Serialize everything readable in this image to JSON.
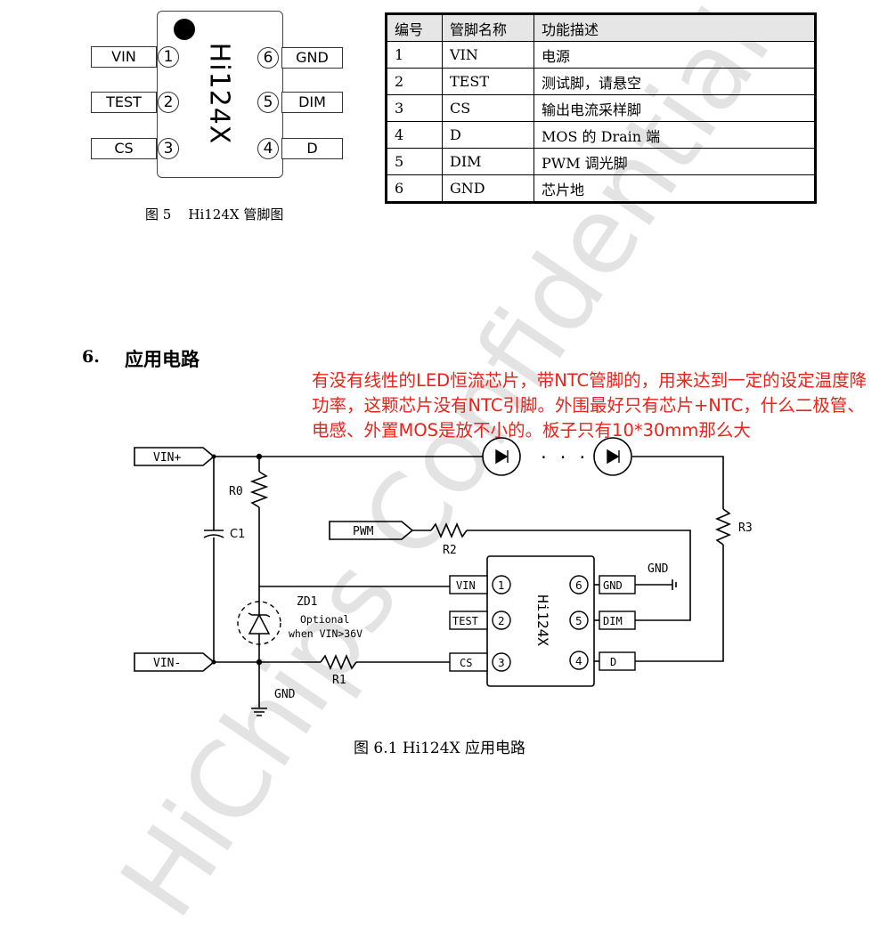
{
  "pin_diagram": {
    "chip_name": "Hi124X",
    "left_pins": [
      {
        "name": "VIN",
        "num": "1"
      },
      {
        "name": "TEST",
        "num": "2"
      },
      {
        "name": "CS",
        "num": "3"
      }
    ],
    "right_pins": [
      {
        "name": "GND",
        "num": "6"
      },
      {
        "name": "DIM",
        "num": "5"
      },
      {
        "name": "D",
        "num": "4"
      }
    ],
    "caption": "图 5    Hi124X 管脚图"
  },
  "pin_table": {
    "headers": [
      "编号",
      "管脚名称",
      "功能描述"
    ],
    "rows": [
      [
        "1",
        "VIN",
        "电源"
      ],
      [
        "2",
        "TEST",
        "测试脚，请悬空"
      ],
      [
        "3",
        "CS",
        "输出电流采样脚"
      ],
      [
        "4",
        "D",
        "MOS 的 Drain 端"
      ],
      [
        "5",
        "DIM",
        "PWM 调光脚"
      ],
      [
        "6",
        "GND",
        "芯片地"
      ]
    ]
  },
  "section": {
    "number": "6.",
    "title": "应用电路"
  },
  "annotation": "有没有线性的LED恒流芯片，带NTC管脚的，用来达到一定的设定温度降功率，这颗芯片没有NTC引脚。外围最好只有芯片+NTC，什么二极管、电感、外置MOS是放不小的。板子只有10*30mm那么大",
  "circuit": {
    "ports": {
      "vin_plus": "VIN+",
      "vin_minus": "VIN-",
      "pwm": "PWM"
    },
    "components": {
      "r0": "R0",
      "c1": "C1",
      "r1": "R1",
      "r2": "R2",
      "r3": "R3",
      "zd1": "ZD1",
      "zd1_note1": "Optional",
      "zd1_note2": "when VIN>36V",
      "gnd_left": "GND",
      "gnd_right": "GND",
      "dots": "· · ·"
    },
    "chip_name": "Hi124X",
    "chip_left_pins": [
      {
        "name": "VIN",
        "num": "1"
      },
      {
        "name": "TEST",
        "num": "2"
      },
      {
        "name": "CS",
        "num": "3"
      }
    ],
    "chip_right_pins": [
      {
        "name": "GND",
        "num": "6"
      },
      {
        "name": "DIM",
        "num": "5"
      },
      {
        "name": "D",
        "num": "4"
      }
    ],
    "caption": "图 6.1 Hi124X 应用电路"
  },
  "watermark": "HiChips Confidential",
  "colors": {
    "annotation": "#e8231b",
    "table_header_bg": "#e6e6e6",
    "line": "#000000"
  }
}
